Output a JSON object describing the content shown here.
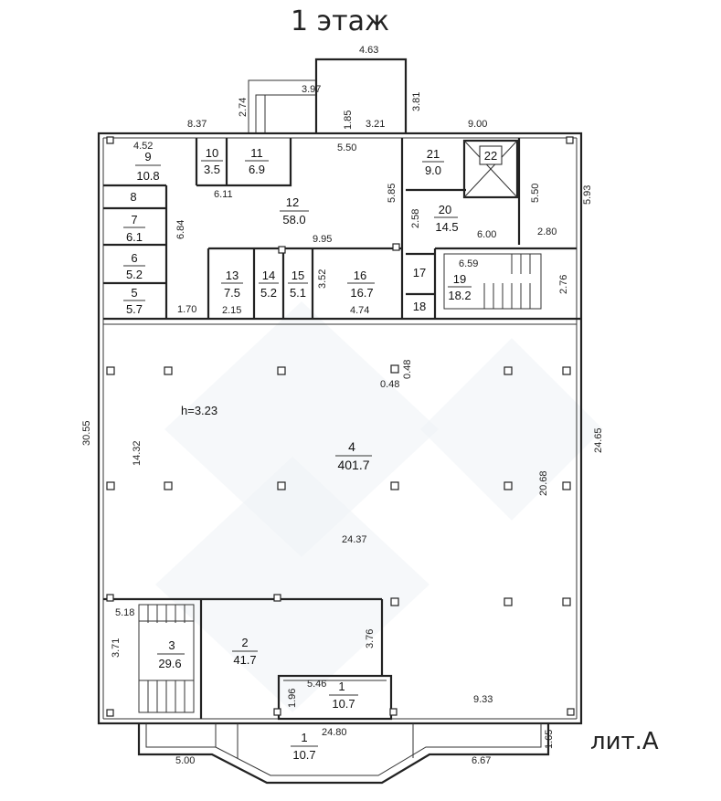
{
  "title": "1  этаж",
  "litera": "лит.А",
  "height_label": "h=3.23",
  "rooms": [
    {
      "num": "1",
      "area": "10.7"
    },
    {
      "num": "1",
      "area": "10.7"
    },
    {
      "num": "2",
      "area": "41.7"
    },
    {
      "num": "3",
      "area": "29.6"
    },
    {
      "num": "4",
      "area": "401.7"
    },
    {
      "num": "5",
      "area": "5.7"
    },
    {
      "num": "6",
      "area": "5.2"
    },
    {
      "num": "7",
      "area": "6.1"
    },
    {
      "num": "8",
      "area": ""
    },
    {
      "num": "9",
      "area": "10.8"
    },
    {
      "num": "10",
      "area": "3.5"
    },
    {
      "num": "11",
      "area": "6.9"
    },
    {
      "num": "12",
      "area": "58.0"
    },
    {
      "num": "13",
      "area": "7.5"
    },
    {
      "num": "14",
      "area": "5.2"
    },
    {
      "num": "15",
      "area": "5.1"
    },
    {
      "num": "16",
      "area": "16.7"
    },
    {
      "num": "17",
      "area": ""
    },
    {
      "num": "18",
      "area": ""
    },
    {
      "num": "19",
      "area": "18.2"
    },
    {
      "num": "20",
      "area": "14.5"
    },
    {
      "num": "21",
      "area": "9.0"
    },
    {
      "num": "22",
      "area": ""
    }
  ],
  "dimensions": [
    "4.63",
    "3.97",
    "2.74",
    "3.81",
    "1.85",
    "3.21",
    "8.37",
    "9.00",
    "4.52",
    "5.50",
    "5.85",
    "5.50",
    "5.93",
    "6.11",
    "6.84",
    "9.95",
    "2.58",
    "6.00",
    "2.80",
    "6.59",
    "2.76",
    "3.52",
    "1.70",
    "2.15",
    "4.74",
    "0.48",
    "0.48",
    "30.55",
    "24.65",
    "14.32",
    "20.68",
    "24.37",
    "5.18",
    "3.71",
    "3.76",
    "5.46",
    "1.96",
    "9.33",
    "24.80",
    "1.65",
    "5.00",
    "6.67"
  ]
}
